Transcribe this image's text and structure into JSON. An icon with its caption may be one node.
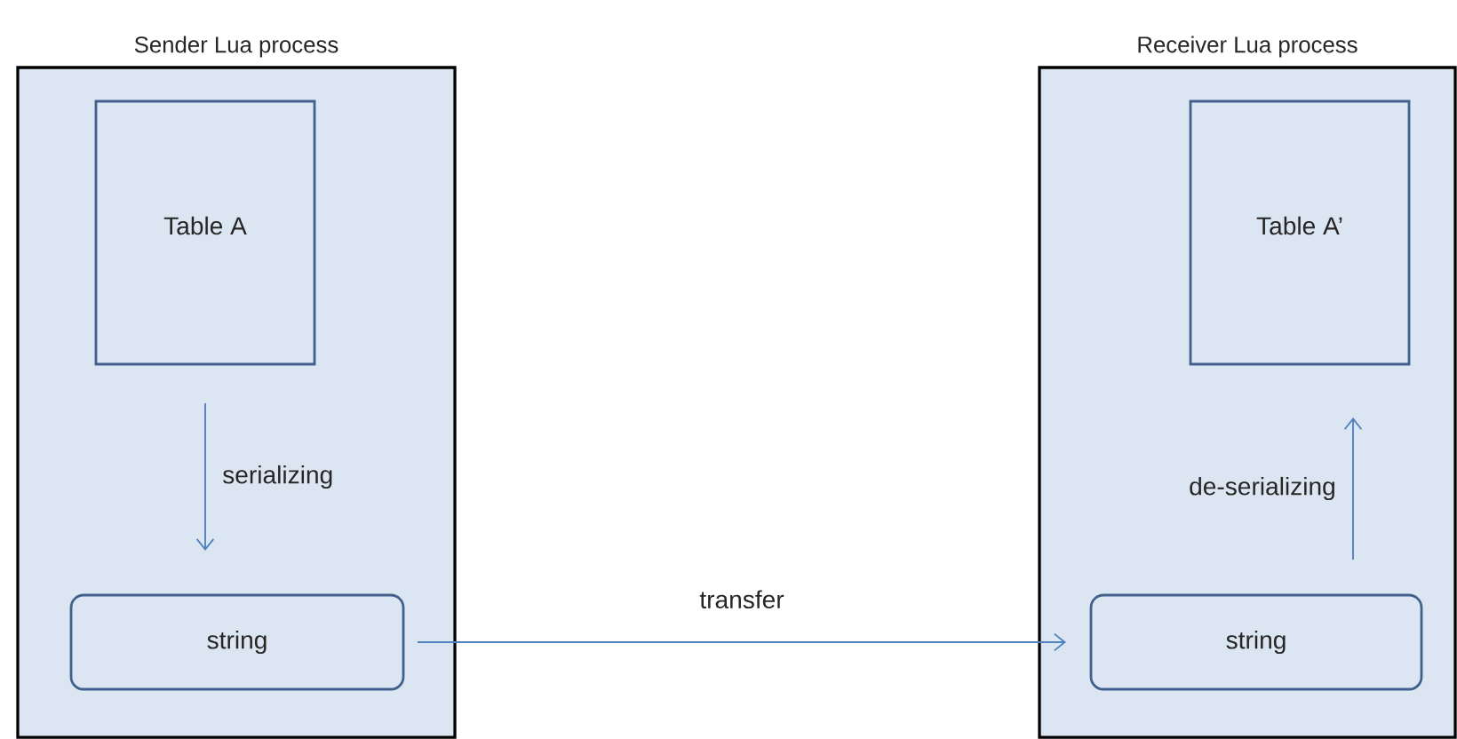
{
  "diagram": {
    "nodes": [
      {
        "text": [
          "Sender Lua process"
        ]
      },
      {
        "text": [
          "Table A"
        ],
        "in": 0
      },
      {
        "text": [
          "string"
        ],
        "in": 0
      },
      {
        "text": [
          "Receiver Lua process"
        ]
      },
      {
        "text": [
          "Table A’"
        ],
        "in": 3
      },
      {
        "text": [
          "string"
        ],
        "in": 3
      }
    ],
    "edges": [
      {
        "from": 1,
        "to": 2,
        "arrow": "to",
        "label": "serializing"
      },
      {
        "from": 2,
        "to": 5,
        "arrow": "to",
        "label": "transfer"
      },
      {
        "from": 5,
        "to": 4,
        "arrow": "to",
        "label": "de-serializing"
      }
    ]
  }
}
